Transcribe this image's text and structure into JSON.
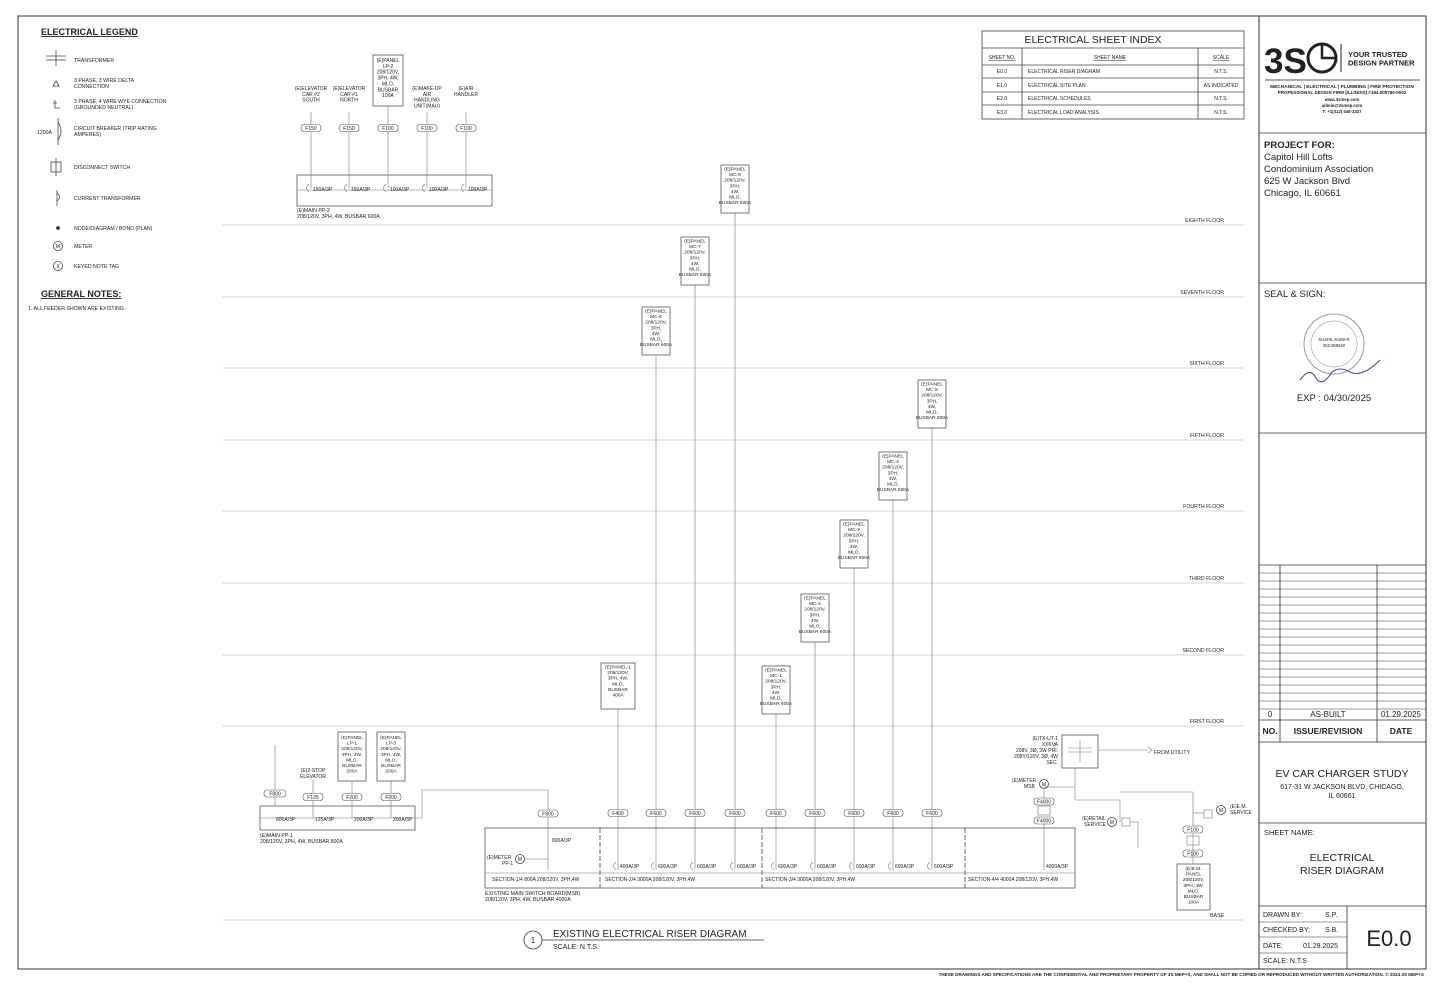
{
  "legend": {
    "title": "ELECTRICAL LEGEND",
    "items": [
      {
        "icon": "transformer-icon",
        "label": "TRANSFORMER"
      },
      {
        "icon": "delta-connection-icon",
        "label": "3 PHASE, 3 WIRE DELTA CONNECTION"
      },
      {
        "icon": "wye-connection-icon",
        "label": "3 PHASE, 4 WIRE WYE CONNECTION (GROUNDED NEUTRAL)"
      },
      {
        "icon": "circuit-breaker-icon",
        "label": "CIRCUIT BREAKER (TRIP RATING AMPERES)",
        "tag": "1200A"
      },
      {
        "icon": "disconnect-switch-icon",
        "label": "DISCONNECT SWITCH"
      },
      {
        "icon": "current-transformer-icon",
        "label": "CURRENT TRANSFORMER"
      },
      {
        "icon": "node-icon",
        "label": "NODE/DIAGRAM / BOND (PLAN)"
      },
      {
        "icon": "meter-icon",
        "label": "METER",
        "glyph": "M"
      },
      {
        "icon": "keyed-note-icon",
        "label": "KEYED NOTE TAG",
        "glyph": "X"
      }
    ]
  },
  "notes": {
    "title": "GENERAL NOTES:",
    "items": [
      "1.   ALL FEEDER SHOWN ARE EXISTING."
    ]
  },
  "sheet_index": {
    "title": "ELECTRICAL SHEET INDEX",
    "headers": [
      "SHEET NO.",
      "SHEET NAME",
      "SCALE"
    ],
    "rows": [
      [
        "E0.0",
        "ELECTRICAL RISER DIAGRAM",
        "N.T.S."
      ],
      [
        "E1.0",
        "ELECTRICAL SITE PLAN",
        "AS INDICATED"
      ],
      [
        "E2.0",
        "ELECTRICAL SCHEDULES",
        "N.T.S."
      ],
      [
        "E3.0",
        "ELECTRICAL LOAD ANALYSIS",
        "N.T.S."
      ]
    ]
  },
  "floors": [
    "EIGHTH FLOOR",
    "SEVENTH FLOOR",
    "SIXTH FLOOR",
    "FIFTH FLOOR",
    "FOURTH FLOOR",
    "THIRD FLOOR",
    "SECOND FLOOR",
    "FIRST FLOOR",
    "BASE"
  ],
  "pp2": {
    "loads": [
      {
        "name": "(E)ELEVATOR CAR #2 SOUTH",
        "feeder": "F150",
        "breaker": "150A/3P"
      },
      {
        "name": "(E)ELEVATOR CAR #1 NORTH",
        "feeder": "F150",
        "breaker": "150A/3P"
      },
      {
        "name": "(E)PANEL LP-2 208/120V, 3PH, 4W, MLO, BUSBAR 100A",
        "feeder": "F100",
        "breaker": "100A/3P"
      },
      {
        "name": "(E)MAKE-UP AIR HANDLING UNIT(MAU)",
        "feeder": "F100",
        "breaker": "100A/3P"
      },
      {
        "name": "(E)AIR HANDLER",
        "feeder": "F100",
        "breaker": "100A/3P"
      }
    ],
    "label1": "(E)MAIN PP-2",
    "label2": "208/120V, 3PH, 4W, BUSBAR 600A"
  },
  "mc_panels": [
    {
      "name": "(E)PANEL MC-8",
      "spec": "208/120V, 3PH, 4W, MLO, BUSBAR 600A",
      "feeder": "F600",
      "breaker": "600A/3P"
    },
    {
      "name": "(E)PANEL MC-7",
      "spec": "208/120V, 3PH, 4W, MLO, BUSBAR 600A",
      "feeder": "F600",
      "breaker": "600A/3P"
    },
    {
      "name": "(E)PANEL MC-6",
      "spec": "208/120V, 3PH, 4W, MLO, BUSBAR 600A",
      "feeder": "F600",
      "breaker": "600A/3P"
    },
    {
      "name": "(E)PANEL MC-5",
      "spec": "208/120V, 3PH, 4W, MLO, BUSBAR 600A",
      "feeder": "F600",
      "breaker": "600A/3P"
    },
    {
      "name": "(E)PANEL MC-4",
      "spec": "208/120V, 3PH, 4W, MLO, BUSBAR 600A",
      "feeder": "F600",
      "breaker": "600A/3P"
    },
    {
      "name": "(E)PANEL MC-3",
      "spec": "208/120V, 3PH, 4W, MLO, BUSBAR 600A",
      "feeder": "F600",
      "breaker": "600A/3P"
    },
    {
      "name": "(E)PANEL MC-2",
      "spec": "208/120V, 3PH, 4W, MLO, BUSBAR 600A",
      "feeder": "F600",
      "breaker": "600A/3P"
    },
    {
      "name": "(E)PANEL MC-1",
      "spec": "208/120V, 3PH, 4W, MLO, BUSBAR 600A",
      "feeder": "F600",
      "breaker": "600A/3P"
    },
    {
      "name": "(E)PANEL-1",
      "spec": "208/120V, 3PH, 4W, MLO, BUSBAR 400A",
      "feeder": "F400",
      "breaker": "400A/3P"
    }
  ],
  "pp1": {
    "loads": [
      {
        "name": "(E)2-STOP ELEVATOR",
        "feeder": "F125",
        "breaker": "125A/3P"
      },
      {
        "name": "(E)PANEL LP-1 208/120V, 3PH, 4W, MLO, BUSBAR 200A",
        "feeder": "F200",
        "breaker": "200A/3P"
      },
      {
        "name": "(E)PANEL LP-3 208/120V, 3PH, 4W, MLO, BUSBAR 200A",
        "feeder": "F200",
        "breaker": "200A/3P"
      }
    ],
    "feeder": "F800",
    "main_breaker": "800A/3P",
    "label1": "(E)MAIN PP-1",
    "label2": "208/120V, 3PH, 4W, BUSBAR 800A"
  },
  "msb": {
    "feeder_pp1": "F800",
    "breaker_pp1": "800A/3P",
    "meter_label": "(E)METER PP-1",
    "sections": [
      "SECTION-1/4 800A 208/120V, 3PH,4W",
      "SECTION-2/4 3000A 208/120V, 3PH,4W",
      "SECTION-3/4 3000A 208/120V, 3PH,4W",
      "SECTION-4/4 4000A 208/120V, 3PH,4W"
    ],
    "label1": "EXISTING MAIN SWITCH BOARD(MSB)",
    "label2": "208/120V, 3PH, 4W, BUSBAR 4000A",
    "main_feeders": [
      "F4000",
      "F4000"
    ],
    "main_breaker": "4000A/3P"
  },
  "service": {
    "transformer": "(E)TX-UT-1 XXKVA 208V, 3Ø, 3W PRI. 208Y/120V, 3Ø, 4W SEC.",
    "from_utility": "FROM UTILITY",
    "meter_msb": "(E)METER MSB",
    "retail": "(E)RETAIL SERVICE",
    "em_service": "(E)E.M. SERVICE",
    "em_feeders": [
      "F100",
      "F100"
    ],
    "em_panel": "(E)E.M. PANEL 208/120V, 3PH, 4W, MLO, BUSBAR 100A"
  },
  "diagram_title": {
    "number": "1",
    "title": "EXISTING ELECTRICAL RISER DIAGRAM",
    "scale": "SCALE: N.T.S."
  },
  "title_block": {
    "logo": "3S",
    "tagline": "YOUR TRUSTED DESIGN PARTNER",
    "services": "MECHANICAL | ELECTRICAL | PLUMBING | FIRE PROTECTION",
    "firm": "PROFESSIONAL DESIGN FIRM (ILLINOIS) #184.008780-0002",
    "web": "www.3smep.com",
    "email": "admin@3smep.com",
    "phone": "T: +1(312) 446-3327",
    "project_label": "PROJECT FOR:",
    "project_lines": [
      "Capitol Hill Lofts",
      "Condominium Association",
      "625 W Jackson Blvd",
      "Chicago, IL 60661"
    ],
    "seal_label": "SEAL & SIGN:",
    "seal_text": "PROFESSIONAL ENGINEER  SUSHIL KUMAR 062.069940 STATE OF ILLINOIS",
    "expiry": "EXP : 04/30/2025",
    "revision": {
      "no": "0",
      "issue": "AS-BUILT",
      "date": "01.29.2025"
    },
    "revision_headers": [
      "NO.",
      "ISSUE/REVISION",
      "DATE"
    ],
    "study_title": "EV CAR CHARGER STUDY",
    "study_address": "617-31 W JACKSON BLVD, CHICAGO, IL 60661",
    "sheet_name_label": "SHEET NAME:",
    "sheet_name_lines": [
      "ELECTRICAL",
      "RISER DIAGRAM"
    ],
    "drawn_by_label": "DRAWN BY:",
    "drawn_by": "S.P.",
    "checked_by_label": "CHECKED BY:",
    "checked_by": "S.B.",
    "date_label": "DATE:",
    "date": "01.29.2025",
    "scale_label": "SCALE: N.T.S",
    "sheet_number": "E0.0"
  },
  "footer": "THESE DRAWINGS AND SPECIFICATIONS ARE THE CONFIDENTIAL AND PROPRIETARY PROPERTY OF 3S MEP+S, AND SHALL NOT BE COPIED OR REPRODUCED WITHOUT WRITTEN AUTHORIZATION. © 2024 3S MEP+S"
}
